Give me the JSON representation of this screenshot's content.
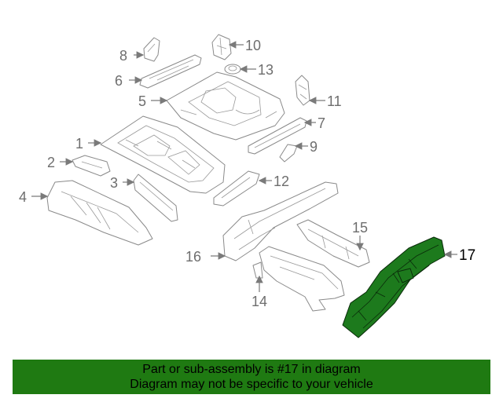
{
  "callouts": {
    "c1": "1",
    "c2": "2",
    "c3": "3",
    "c4": "4",
    "c5": "5",
    "c6": "6",
    "c7": "7",
    "c8": "8",
    "c9": "9",
    "c10": "10",
    "c11": "11",
    "c12": "12",
    "c13": "13",
    "c14": "14",
    "c15": "15",
    "c16": "16",
    "c17": "17"
  },
  "highlight": {
    "part_number": "17",
    "color": "#1f7a12"
  },
  "banner": {
    "line1": "Part or sub-assembly is #17 in diagram",
    "line2": "Diagram may not be specific to your vehicle"
  }
}
